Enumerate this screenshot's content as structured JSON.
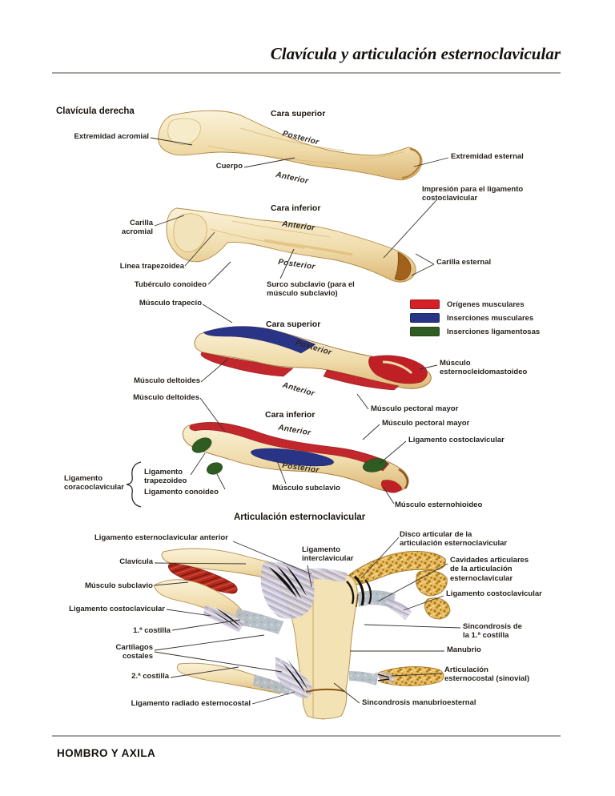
{
  "page": {
    "title": "Clavícula y articulación esternoclavicular",
    "footer": "HOMBRO Y AXILA"
  },
  "legend": {
    "items": [
      {
        "label": "Orígenes musculares",
        "color": "#d42027"
      },
      {
        "label": "Inserciones musculares",
        "color": "#2a3487"
      },
      {
        "label": "Inserciones ligamentosas",
        "color": "#2f5c22"
      }
    ]
  },
  "fig1": {
    "header": "Clavícula derecha",
    "view": "Cara superior",
    "posterior": "Posterior",
    "anterior": "Anterior",
    "extremidad_acromial": "Extremidad acromial",
    "cuerpo": "Cuerpo",
    "extremidad_esternal": "Extremidad esternal",
    "impresion_ligamento": "Impresión para el ligamento costoclavicular"
  },
  "fig2": {
    "view": "Cara inferior",
    "anterior": "Anterior",
    "posterior": "Posterior",
    "carilla_acromial": "Carilla acromial",
    "linea_trapezoidea": "Línea trapezoidea",
    "tuberculo_conoideo": "Tubérculo conoideo",
    "surco_subclavio": "Surco subclavio (para el músculo subclavio)",
    "carilla_esternal": "Carilla esternal"
  },
  "fig3": {
    "view": "Cara superior",
    "posterior": "Posterior",
    "anterior": "Anterior",
    "musculo_trapecio": "Músculo trapecio",
    "musculo_deltoides": "Músculo deltoides",
    "musculo_esternocleidomastoideo": "Músculo esternocleidomastoideo",
    "musculo_pectoral_mayor": "Músculo pectoral mayor"
  },
  "fig4": {
    "view": "Cara inferior",
    "anterior": "Anterior",
    "posterior": "Posterior",
    "musculo_deltoides": "Músculo deltoides",
    "musculo_pectoral_mayor": "Músculo pectoral mayor",
    "ligamento_costoclavicular": "Ligamento costoclavicular",
    "ligamento_coracoclavicular": "Ligamento coracoclavicular",
    "ligamento_trapezoideo": "Ligamento trapezoideo",
    "ligamento_conoideo": "Ligamento conoideo",
    "musculo_subclavio": "Músculo subclavio",
    "musculo_esternohioideo": "Músculo esternohioideo"
  },
  "fig5": {
    "header": "Articulación esternoclavicular",
    "ligamento_esternoclavicular_anterior": "Ligamento esternoclavicular anterior",
    "ligamento_interclavicular": "Ligamento interclavicular",
    "clavicula": "Clavícula",
    "musculo_subclavio": "Músculo subclavio",
    "ligamento_costoclavicular_izq": "Ligamento costoclavicular",
    "primera_costilla": "1.ª costilla",
    "cartilagos_costales": "Cartílagos costales",
    "segunda_costilla": "2.ª costilla",
    "ligamento_radiado": "Ligamento radiado esternocostal",
    "sincondrosis_manubrioesternal": "Sincondrosis manubrioesternal",
    "disco_articular": "Disco articular de la articulación esternoclavicular",
    "cavidades_articulares": "Cavidades articulares de la articulación esternoclavicular",
    "ligamento_costoclavicular_der": "Ligamento costoclavicular",
    "sincondrosis_primera_costilla": "Sincondrosis de la 1.ª costilla",
    "manubrio": "Manubrio",
    "articulacion_esternocostal": "Articulación esternocostal (sinovial)"
  }
}
